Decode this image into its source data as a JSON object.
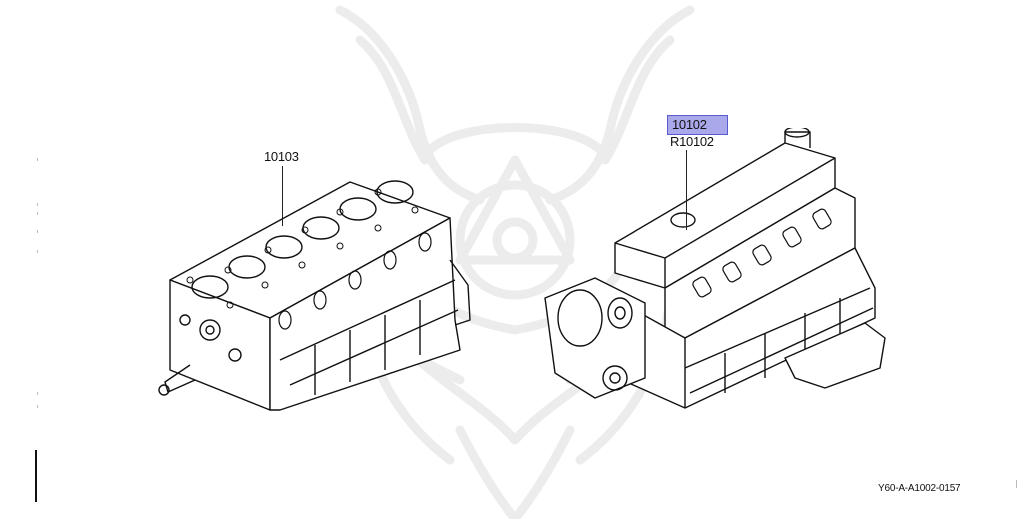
{
  "diagram": {
    "type": "parts-exploded-illustration",
    "subject": "engine assemblies",
    "parts": [
      {
        "id": "block",
        "label": "10103",
        "description": "short block / cylinder block assembly",
        "highlighted": false
      },
      {
        "id": "engine",
        "label": "10102",
        "alt_label": "R10102",
        "description": "long block engine assembly with head and valve cover",
        "highlighted": true
      }
    ],
    "footer_code": "Y60-A-A1002-0157",
    "colors": {
      "highlight_fill": "#a8a8ea",
      "highlight_border": "#5a5ad0",
      "line": "#111111",
      "watermark": "#ececec"
    }
  }
}
